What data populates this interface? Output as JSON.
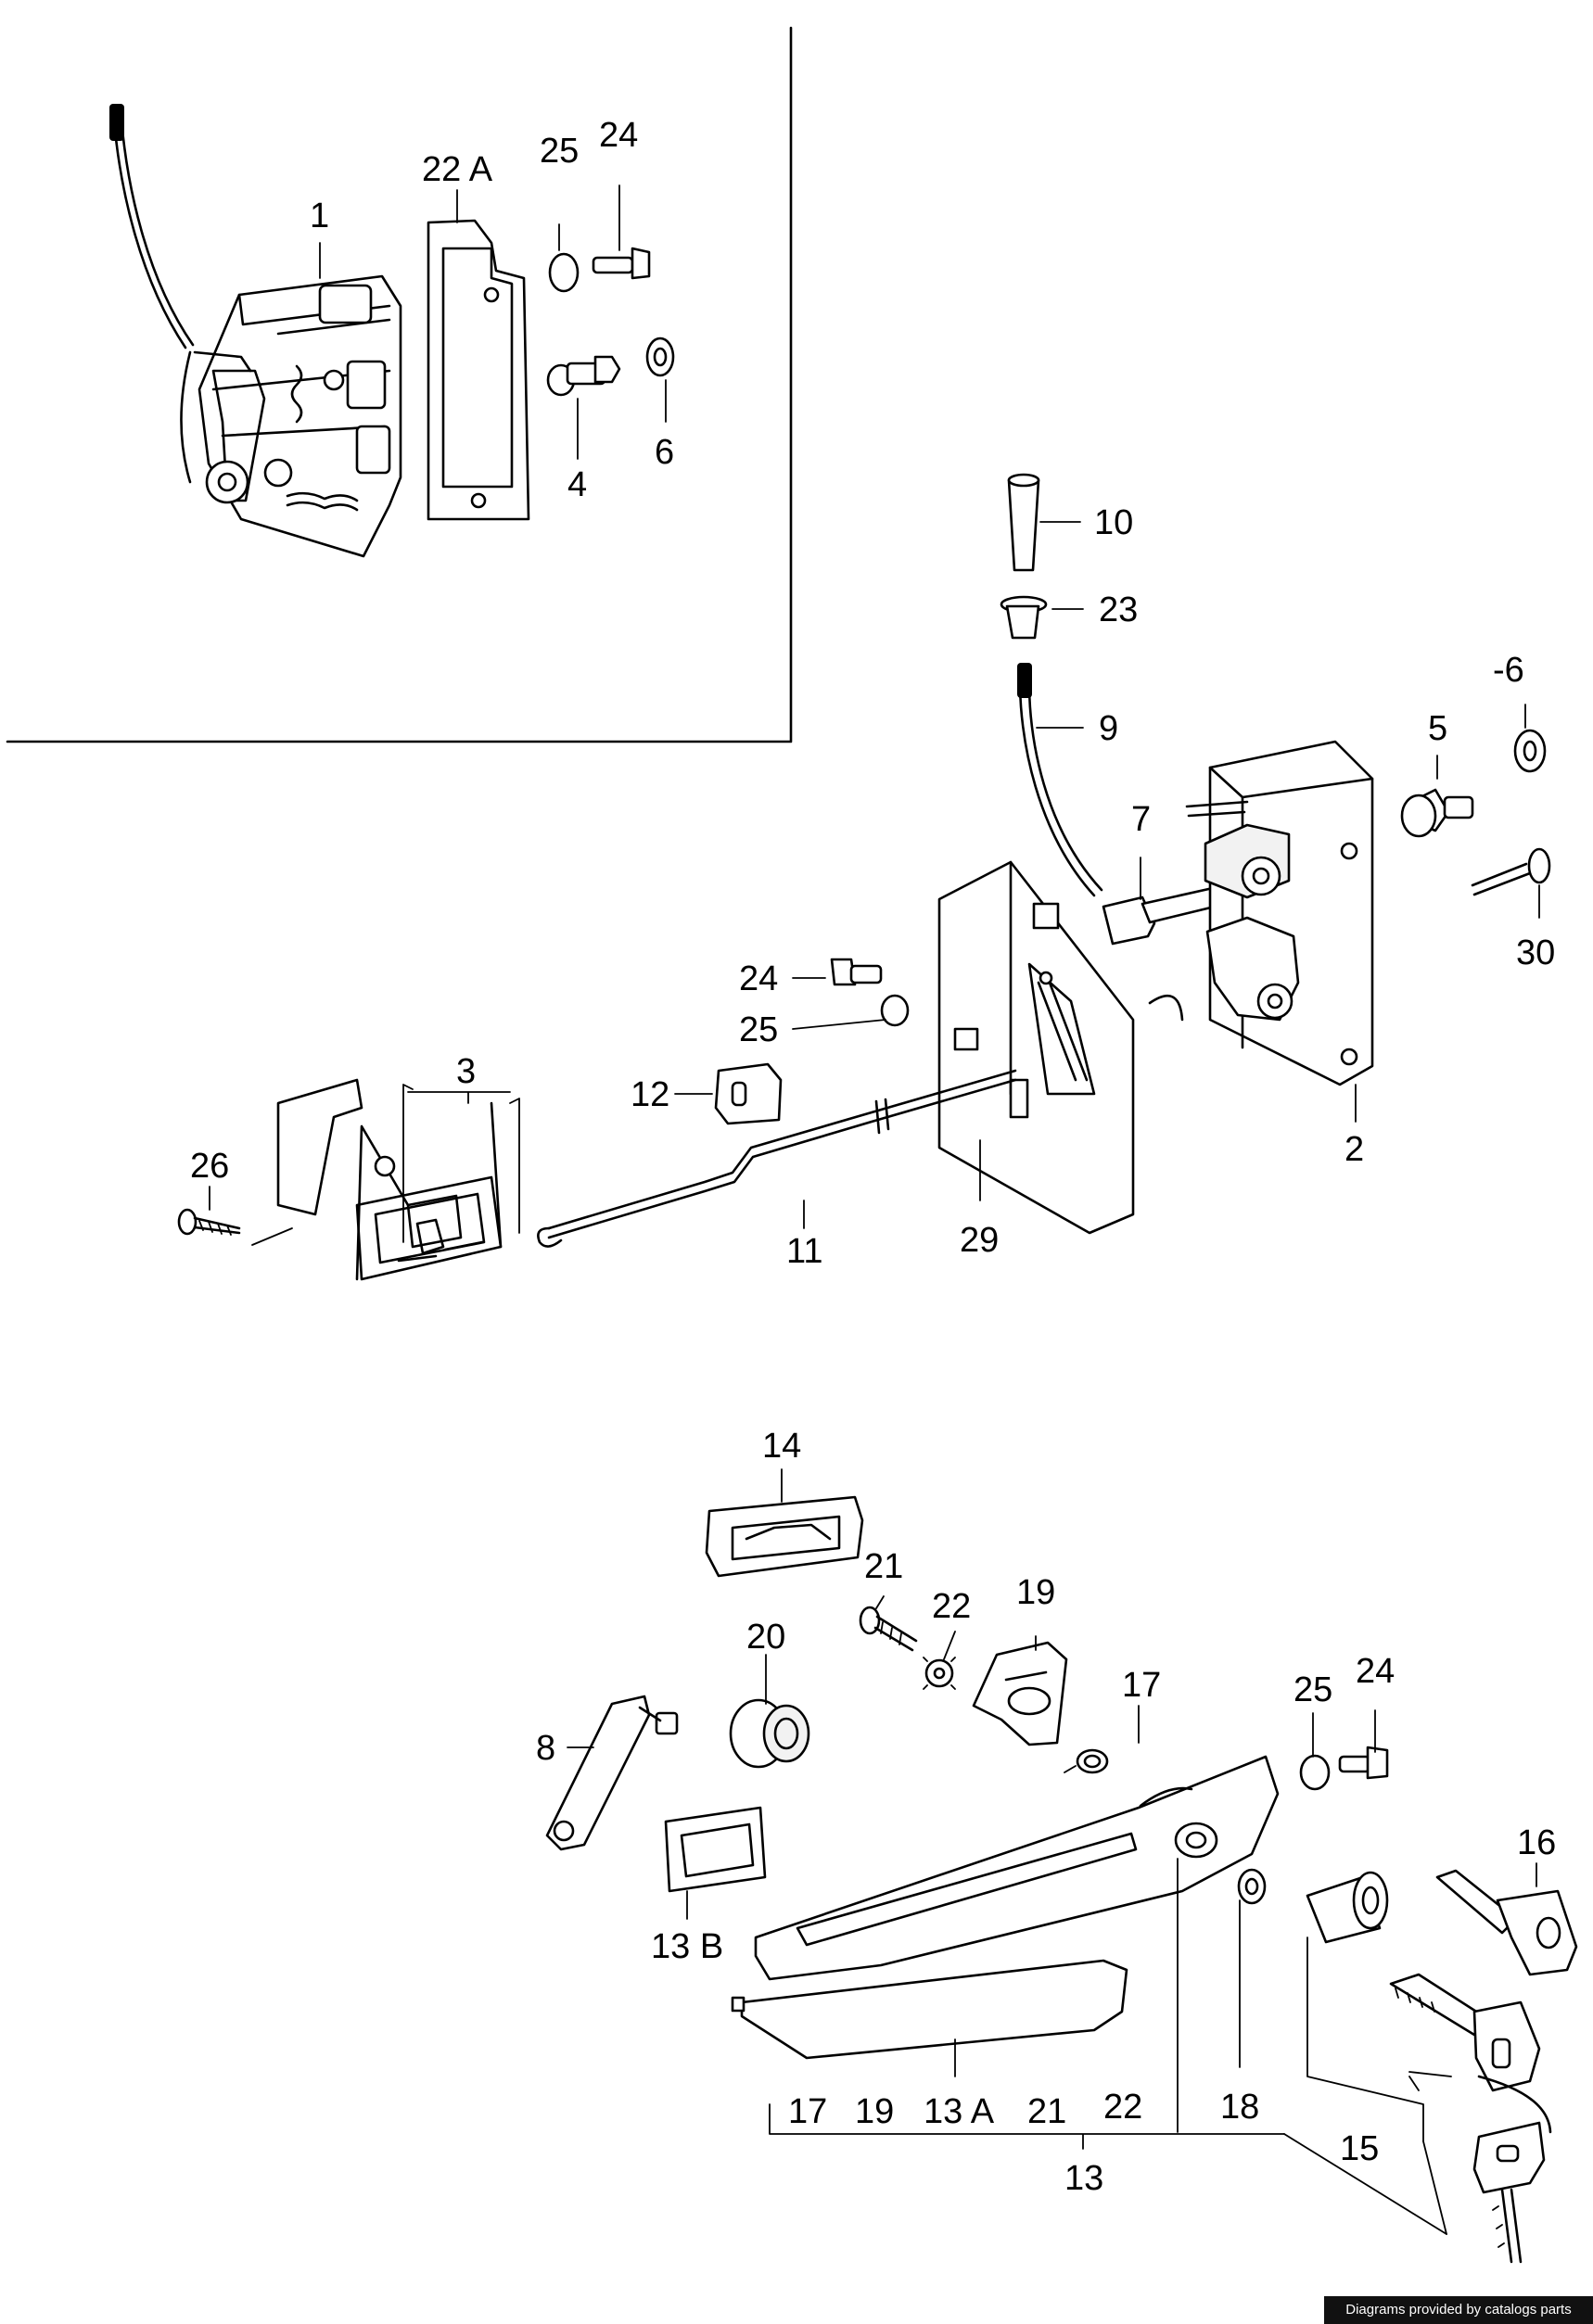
{
  "diagram": {
    "callouts": {
      "c1": "1",
      "c22A": "22 A",
      "c25a": "25",
      "c24a": "24",
      "c4": "4",
      "c6a": "6",
      "c10": "10",
      "c23": "23",
      "c9": "9",
      "c6b": "-6",
      "c5": "5",
      "c7": "7",
      "c30": "30",
      "c24b": "24",
      "c25b": "25",
      "c2": "2",
      "c3": "3",
      "c12": "12",
      "c26": "26",
      "c11": "11",
      "c29": "29",
      "c14": "14",
      "c21a": "21",
      "c22a": "22",
      "c19a": "19",
      "c20": "20",
      "c17a": "17",
      "c25c": "25",
      "c24c": "24",
      "c8": "8",
      "c13B": "13 B",
      "c16": "16",
      "c18": "18",
      "c17b": "17",
      "c19b": "19",
      "c13A": "13 A",
      "c21b": "21",
      "c22b": "22",
      "c13": "13",
      "c15": "15"
    },
    "credit": "Diagrams provided by catalogs parts"
  }
}
